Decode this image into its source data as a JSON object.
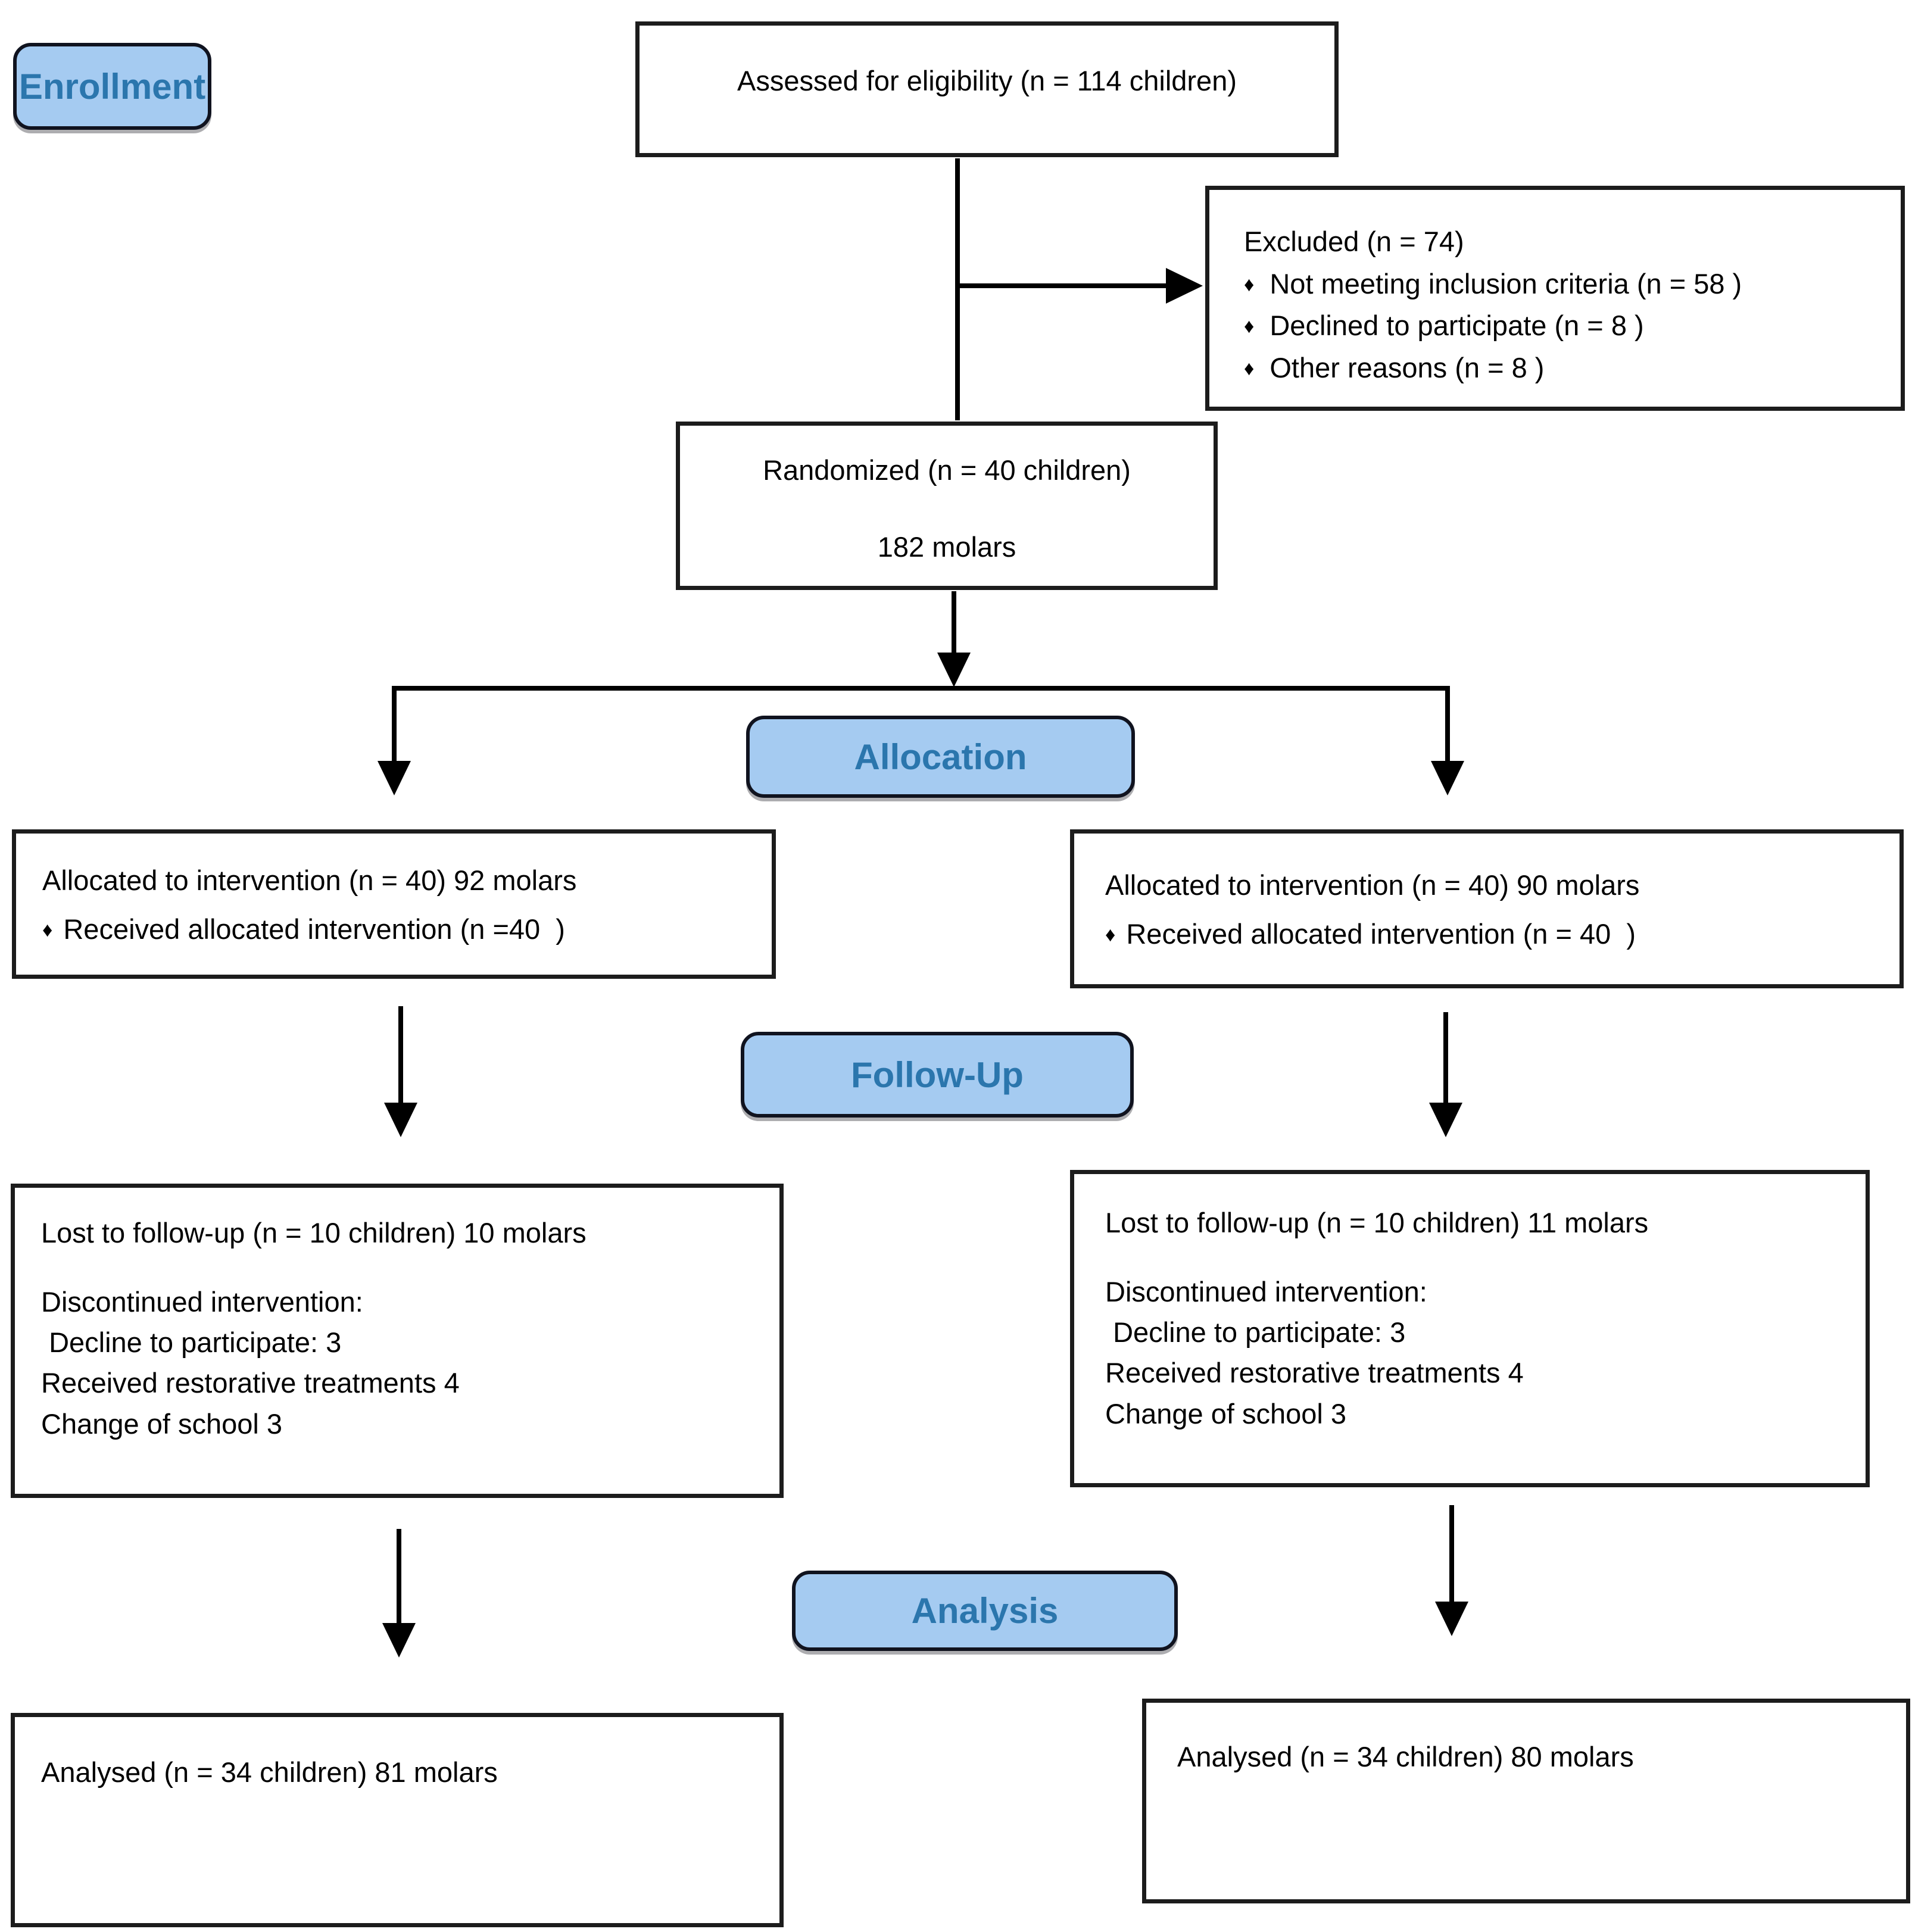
{
  "colors": {
    "stage_fill": "#a5cbf1",
    "stage_text": "#2b76ad",
    "box_border": "#1c1c1c",
    "arrow": "#000000"
  },
  "bullet_glyph": "♦",
  "stages": {
    "enrollment": "Enrollment",
    "allocation": "Allocation",
    "followup": "Follow-Up",
    "analysis": "Analysis"
  },
  "boxes": {
    "assessed": {
      "text": "Assessed for eligibility (n = 114 children)"
    },
    "excluded": {
      "title": "Excluded (n = 74)",
      "items": [
        "Not meeting inclusion criteria (n = 58 )",
        "Declined to participate (n = 8 )",
        "Other reasons (n = 8 )"
      ]
    },
    "randomized": {
      "line1": "Randomized (n = 40 children)",
      "line2": "182 molars"
    },
    "alloc_left": {
      "line1": "Allocated to intervention (n = 40) 92 molars",
      "bullet": "Received allocated intervention (n =40  )"
    },
    "alloc_right": {
      "line1": "Allocated to intervention (n = 40) 90 molars",
      "bullet": "Received allocated intervention (n = 40  )"
    },
    "followup_left": {
      "line1": "Lost to follow-up (n = 10 children) 10 molars",
      "line2": "Discontinued intervention:",
      "line3": " Decline to participate: 3",
      "line4": "Received restorative treatments 4",
      "line5": "Change of school 3"
    },
    "followup_right": {
      "line1": "Lost to follow-up (n = 10 children) 11 molars",
      "line2": "Discontinued intervention:",
      "line3": " Decline to participate: 3",
      "line4": "Received restorative treatments 4",
      "line5": "Change of school 3"
    },
    "analysed_left": {
      "text": "Analysed (n = 34 children) 81 molars"
    },
    "analysed_right": {
      "text": "Analysed (n = 34 children) 80 molars"
    }
  }
}
